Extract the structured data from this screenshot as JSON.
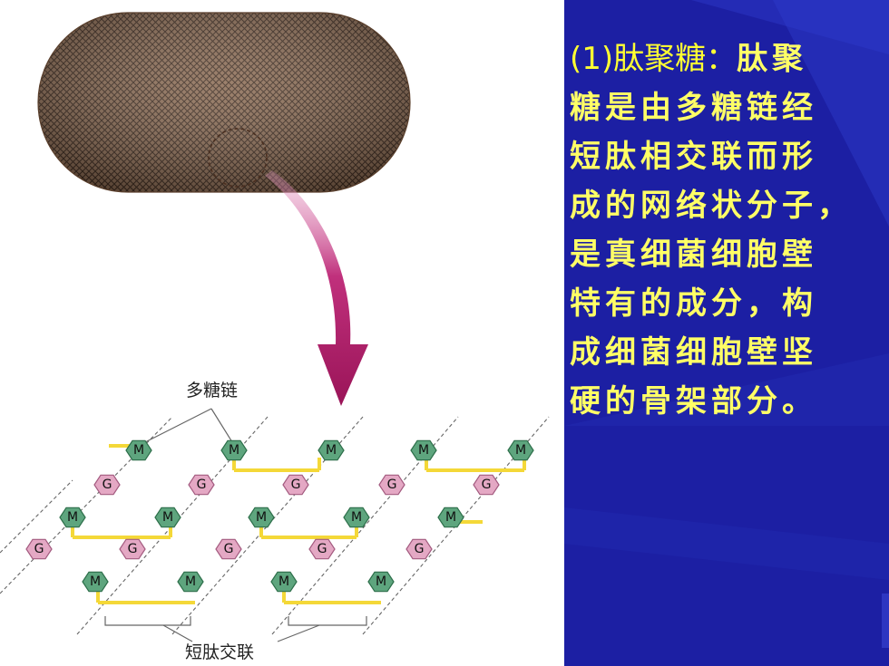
{
  "slide": {
    "heading_number": "(1)",
    "heading_term": "肽聚糖：",
    "body_lines": [
      "肽聚",
      "糖是由多糖链经",
      "短肽相交联而形",
      "成的网络状分子，",
      "是真细菌细胞壁",
      "特有的成分，构",
      "成细菌细胞壁坚",
      "硬的骨架部分。"
    ],
    "colors": {
      "panel": "#1c1fa3",
      "text": "#ffff66"
    }
  },
  "diagram": {
    "label_polysaccharide": "多糖链",
    "label_crosslink": "短肽交联",
    "unit_m": "M",
    "unit_g": "G",
    "colors": {
      "m": "#5ea57e",
      "g": "#e4a8c4",
      "link": "#f4d838",
      "arrow": "#a0185c"
    }
  }
}
